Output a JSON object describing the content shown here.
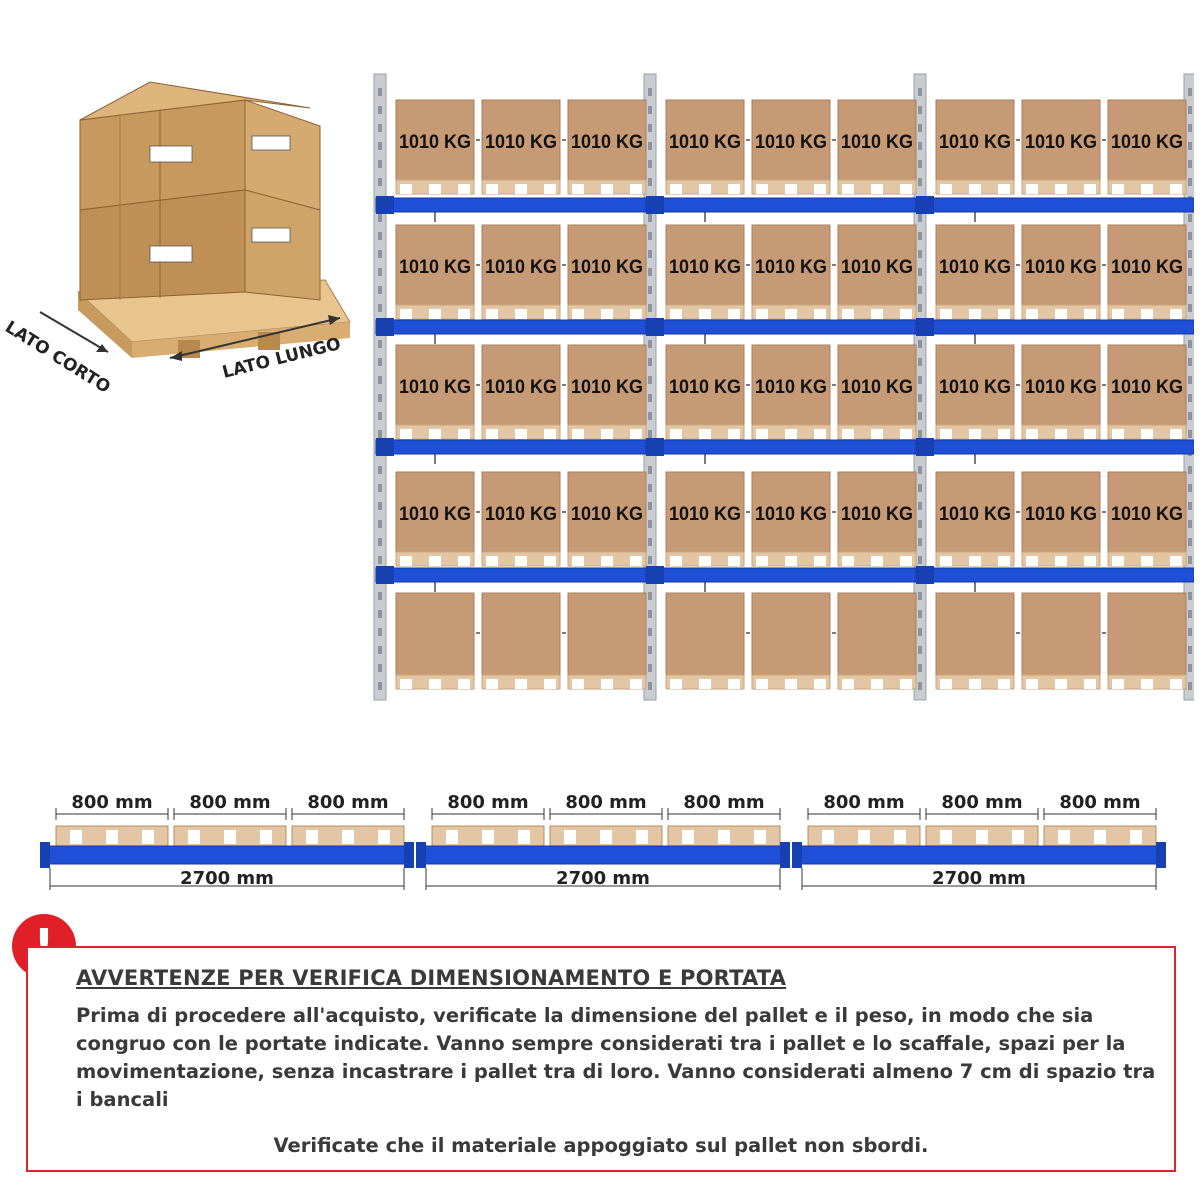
{
  "pallet_illustration": {
    "short_side_label": "LATO CORTO",
    "long_side_label": "LATO LUNGO"
  },
  "rack": {
    "bays": 3,
    "loaded_levels": 4,
    "pallets_per_bay": 3,
    "load_label": "1010 KG",
    "colors": {
      "beam": "#1e4fd6",
      "upright": "#c9ccd1",
      "box": "#c79a76",
      "pallet": "#e3c7a4"
    }
  },
  "beams": {
    "groups": [
      {
        "pallet_widths": [
          "800 mm",
          "800 mm",
          "800 mm"
        ],
        "beam_length": "2700 mm"
      },
      {
        "pallet_widths": [
          "800 mm",
          "800 mm",
          "800 mm"
        ],
        "beam_length": "2700 mm"
      },
      {
        "pallet_widths": [
          "800 mm",
          "800 mm",
          "800 mm"
        ],
        "beam_length": "2700 mm"
      }
    ]
  },
  "warning": {
    "icon": "exclamation-icon",
    "icon_glyph": "!",
    "accent_color": "#d9252b",
    "title": "AVVERTENZE PER VERIFICA DIMENSIONAMENTO E PORTATA",
    "body": "Prima di procedere all'acquisto, verificate la dimensione del pallet e il peso, in modo che sia congruo con le portate indicate. Vanno sempre considerati tra i pallet e lo scaffale, spazi per la movimentazione, senza incastrare i pallet tra di loro. Vanno considerati almeno 7 cm di spazio tra i bancali",
    "footer": "Verificate che il materiale appoggiato sul pallet non sbordi."
  }
}
